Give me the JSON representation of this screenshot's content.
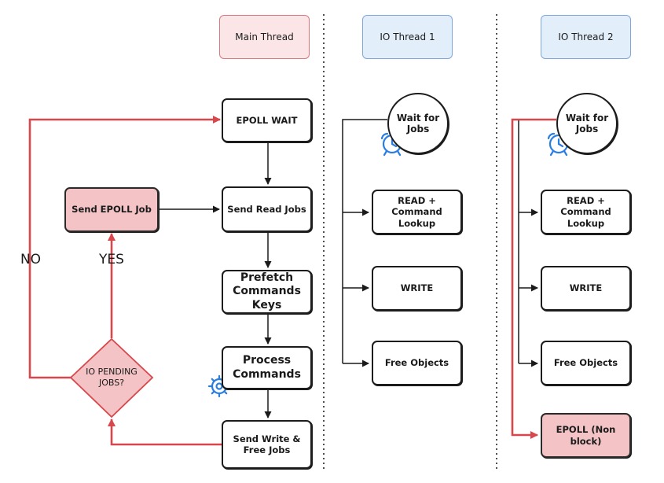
{
  "lanes": {
    "main": "Main Thread",
    "io1": "IO Thread 1",
    "io2": "IO Thread 2"
  },
  "main_flow": {
    "epoll_wait": "EPOLL WAIT",
    "send_read_jobs": "Send Read Jobs",
    "prefetch": "Prefetch Commands Keys",
    "process": "Process Commands",
    "send_write_free": "Send Write & Free Jobs",
    "io_pending": "IO PENDING JOBS?",
    "send_epoll_job": "Send EPOLL Job",
    "yes_label": "YES",
    "no_label": "NO"
  },
  "io_thread_1": {
    "wait": "Wait for Jobs",
    "read": "READ + Command Lookup",
    "write": "WRITE",
    "free": "Free Objects"
  },
  "io_thread_2": {
    "wait": "Wait for Jobs",
    "read": "READ + Command Lookup",
    "write": "WRITE",
    "free": "Free Objects",
    "epoll": "EPOLL (Non block)"
  },
  "icons": {
    "clock": "alarm-clock-icon",
    "gear": "gear-icon"
  },
  "colors": {
    "red_accent": "#d8474b",
    "pink_fill": "#f3c3c5",
    "blue_accent": "#2a7de1"
  }
}
